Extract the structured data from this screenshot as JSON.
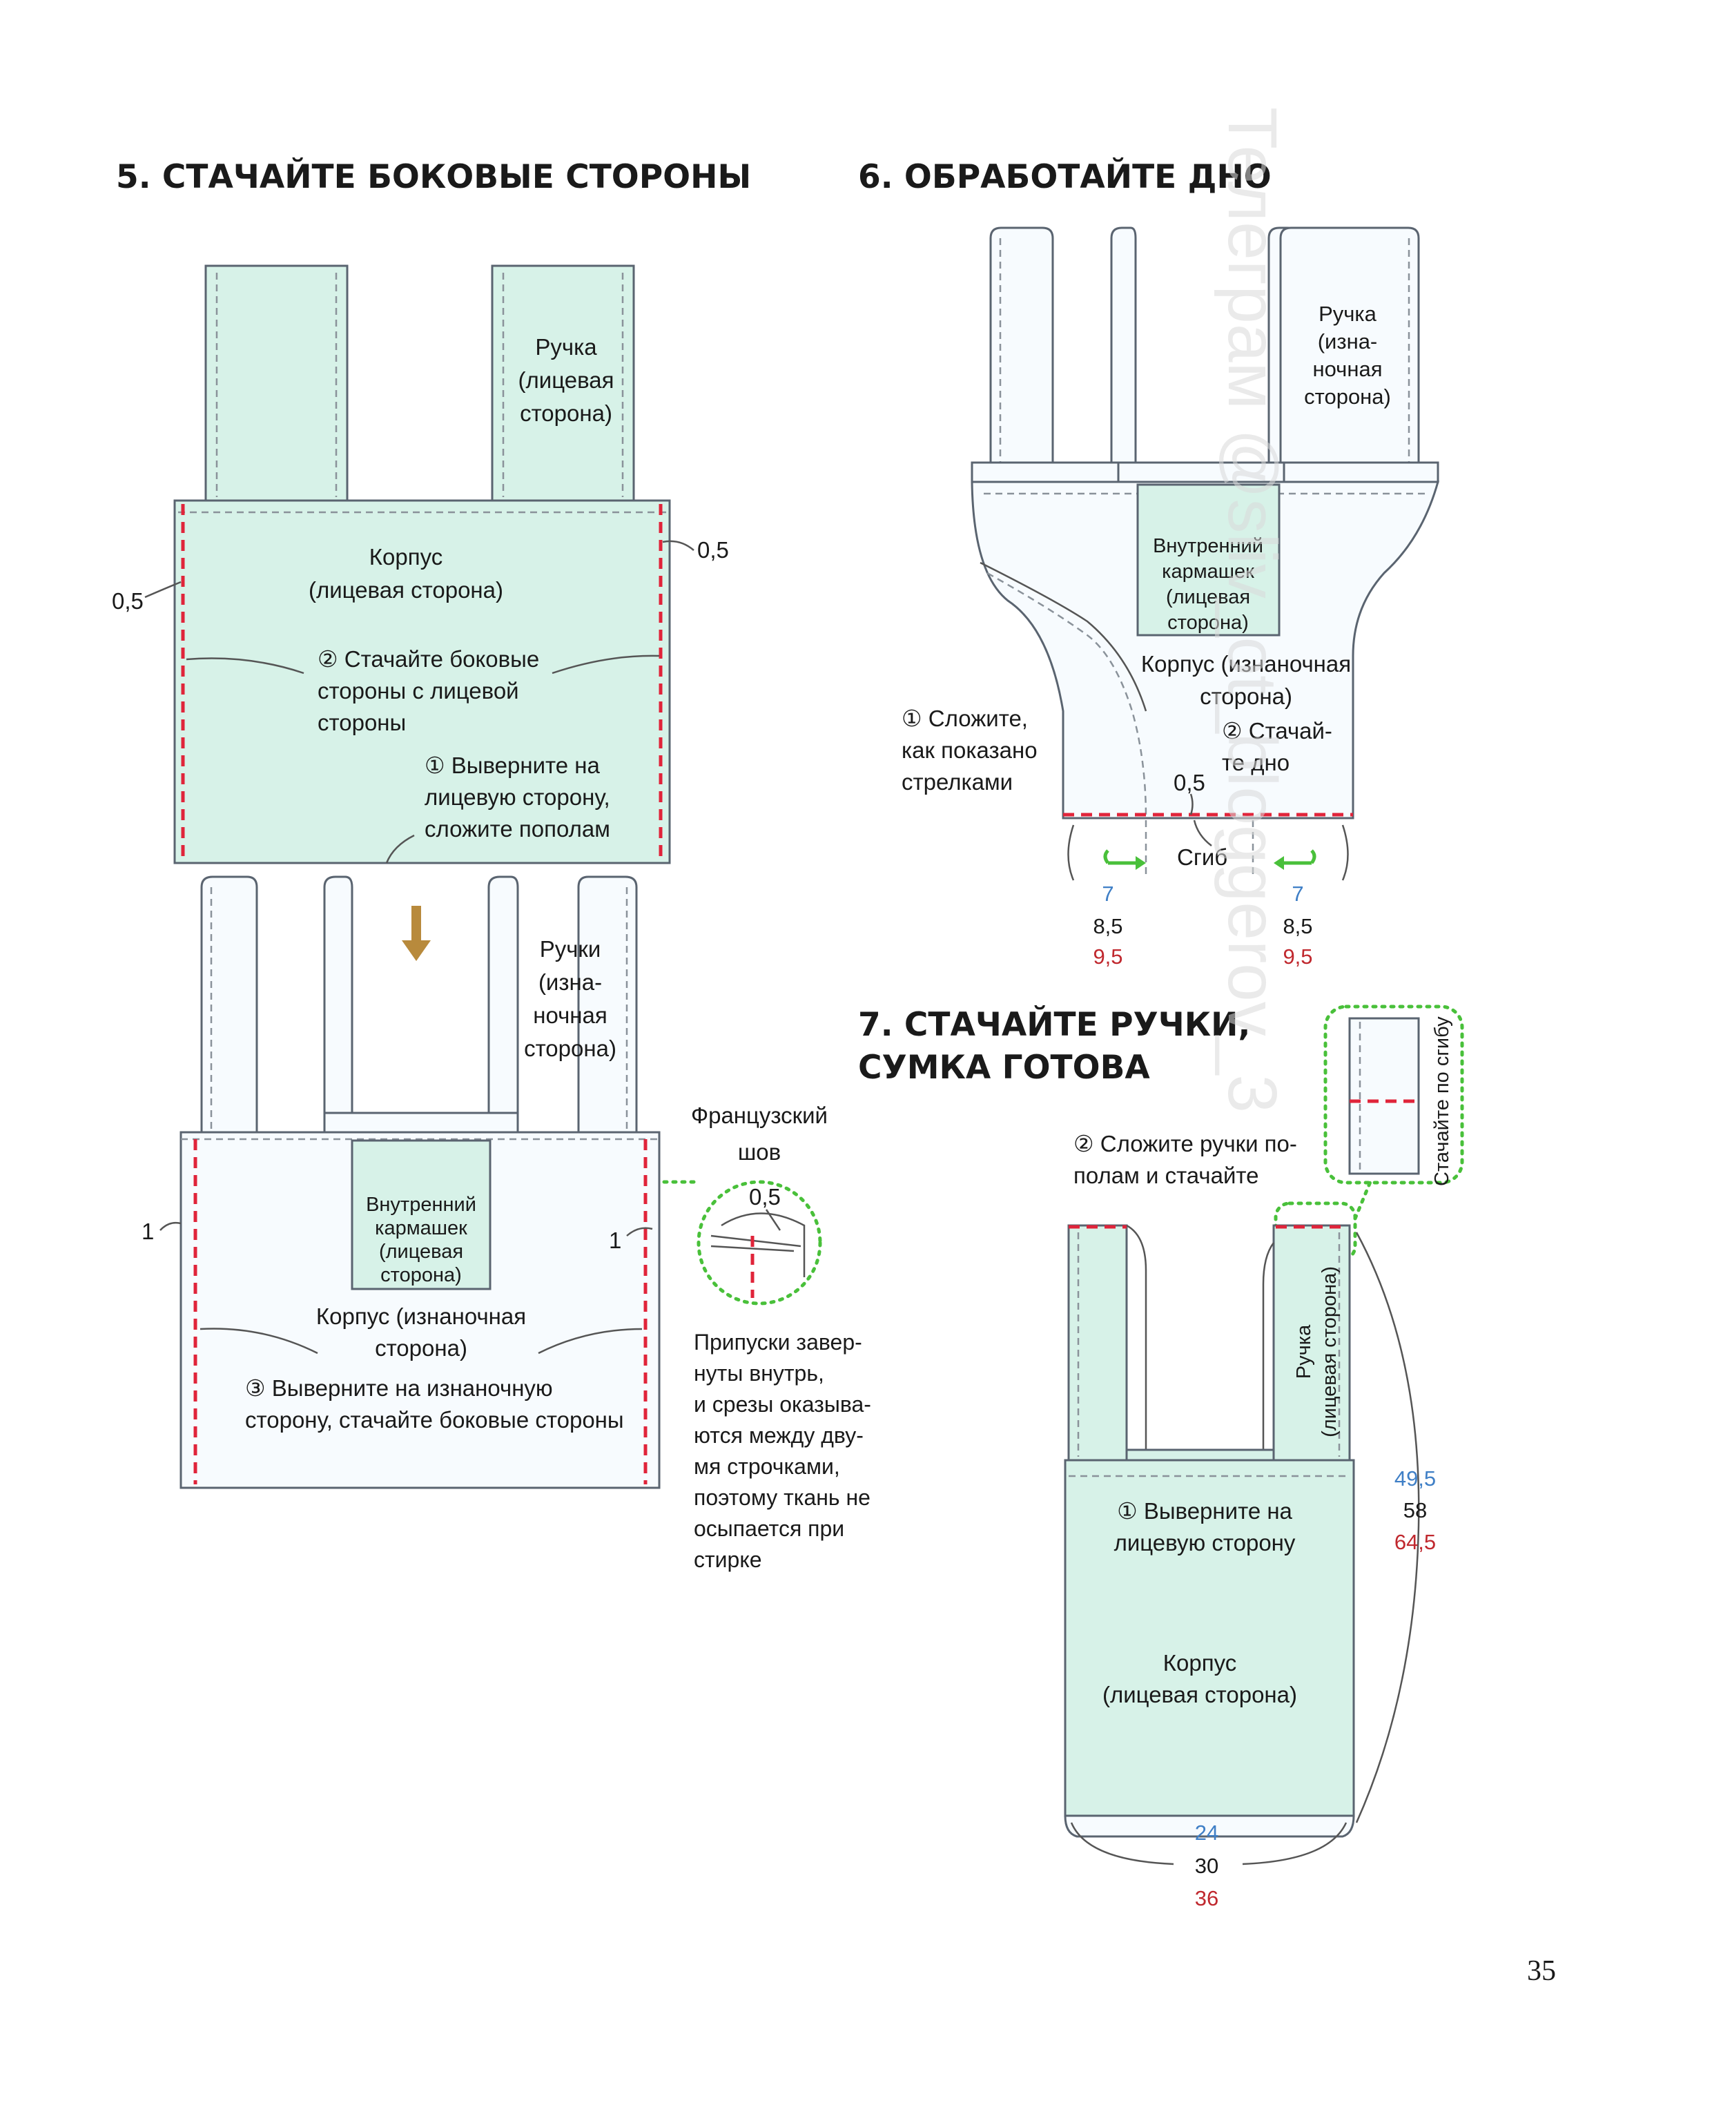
{
  "step5": {
    "heading": "5. СТАЧАЙТЕ БОКОВЫЕ СТОРОНЫ",
    "top": {
      "handle_label": [
        "Ручка",
        "(лицевая",
        "сторона)"
      ],
      "body_label": [
        "Корпус",
        "(лицевая сторона)"
      ],
      "seam_left": "0,5",
      "seam_right": "0,5",
      "step2": [
        "② Стачайте боковые",
        "стороны с лицевой",
        "стороны"
      ],
      "step1": [
        "① Выверните на",
        "лицевую сторону,",
        "сложите пополам"
      ]
    },
    "bottom": {
      "handles_label": [
        "Ручки",
        "(изна-",
        "ночная",
        "сторона)"
      ],
      "pocket_label": [
        "Внутренний",
        "кармашек",
        "(лицевая",
        "сторона)"
      ],
      "body_label": [
        "Корпус (изнаночная",
        "сторона)"
      ],
      "seam_left": "1",
      "seam_right": "1",
      "step3": [
        "③ Выверните на изнаночную",
        "сторону, стачайте боковые стороны"
      ]
    },
    "french_seam": {
      "title": [
        "Французский",
        "шов"
      ],
      "value": "0,5",
      "note": [
        "Припуски завер-",
        "нуты внутрь,",
        "и срезы оказыва-",
        "ются между дву-",
        "мя строчками,",
        "поэтому ткань не",
        "осыпается при",
        "стирке"
      ]
    }
  },
  "step6": {
    "heading": "6. ОБРАБОТАЙТЕ ДНО",
    "handle_label": [
      "Ручка",
      "(изна-",
      "ночная",
      "сторона)"
    ],
    "pocket_label": [
      "Внутренний",
      "кармашек",
      "(лицевая",
      "сторона)"
    ],
    "body_label": [
      "Корпус (изнаночная",
      "сторона)"
    ],
    "step1": [
      "① Сложите,",
      "как показано",
      "стрелками"
    ],
    "step2": [
      "② Стачай-",
      "те дно"
    ],
    "seam": "0,5",
    "fold": "Сгиб",
    "sizes_left": [
      "7",
      "8,5",
      "9,5"
    ],
    "sizes_right": [
      "7",
      "8,5",
      "9,5"
    ]
  },
  "step7": {
    "heading": [
      "7. СТАЧАЙТЕ РУЧКИ,",
      "СУМКА ГОТОВА"
    ],
    "step2": [
      "② Сложите ручки по-",
      "полам и стачайте"
    ],
    "detail_label": "Стачайте по сгибу",
    "handle_label": [
      "Ручка",
      "(лицевая сторона)"
    ],
    "step1": [
      "① Выверните на",
      "лицевую сторону"
    ],
    "body_label": [
      "Корпус",
      "(лицевая сторона)"
    ],
    "sizes_height": [
      "49,5",
      "58",
      "64,5"
    ],
    "sizes_width": [
      "24",
      "30",
      "36"
    ]
  },
  "watermark": "Телеграм @sliv_ot_bloggerov_3",
  "page_number": "35",
  "colors": {
    "fabric_right_side": "#d7f2e8",
    "fabric_wrong_side": "#f7fbfe",
    "seam_red": "#e0243a",
    "size_small": "#3f7fc6",
    "size_medium": "#1a1a1a",
    "size_large": "#c0282e",
    "callout_green": "#49c03a",
    "arrow_brown": "#b88a3c"
  }
}
